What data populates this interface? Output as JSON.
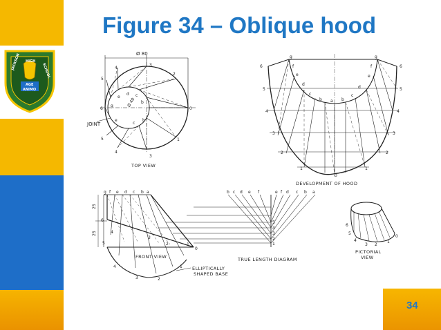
{
  "title": "Figure 34 – Oblique hood",
  "page_number": "34",
  "colors": {
    "title": "#1f77c4",
    "sidebar_yellow": "#f5b800",
    "sidebar_blue": "#1e6ec8",
    "sidebar_orange": "#f0a000"
  },
  "crest": {
    "text_top": "HIGH",
    "text_left": "JACKSON",
    "text_right": "SCHOOL",
    "text_motto_1": "AGE",
    "text_motto_2": "ANIMO"
  },
  "top_view": {
    "caption": "TOP VIEW",
    "dimension": "Ø 80",
    "inner_dim": "Ø 40",
    "joint_label": "JOINT"
  },
  "development": {
    "caption": "DEVELOPMENT OF HOOD"
  },
  "front_view": {
    "caption": "FRONT VIEW",
    "dim_upper": "25",
    "dim_lower": "25",
    "base_label_1": "ELLIPTICALLY",
    "base_label_2": "SHAPED BASE"
  },
  "true_length": {
    "caption": "TRUE LENGTH DIAGRAM"
  },
  "pictorial": {
    "caption_1": "PICTORIAL",
    "caption_2": "VIEW"
  }
}
